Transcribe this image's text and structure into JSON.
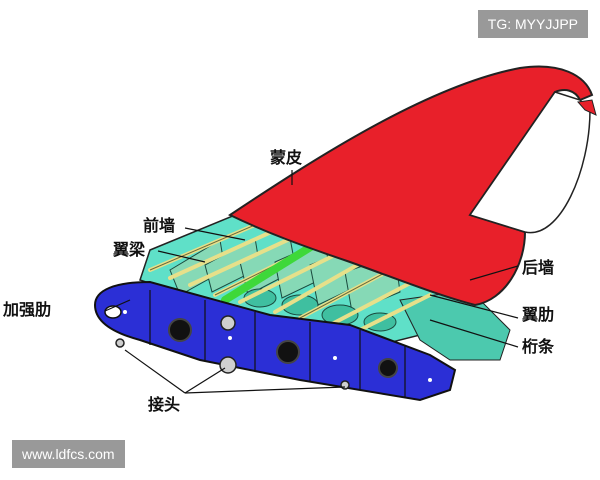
{
  "watermark_top": "TG: MYYJJPP",
  "watermark_bottom": "www.ldfcs.com",
  "labels": {
    "skin": "蒙皮",
    "front_wall": "前墙",
    "spar": "翼梁",
    "reinforced_rib": "加强肋",
    "rear_wall": "后墙",
    "wing_rib": "翼肋",
    "stringer": "桁条",
    "joint": "接头"
  },
  "colors": {
    "skin": "#e8202a",
    "rib_section": "#2b2fd6",
    "rib_interior": "#5fe0c8",
    "spar_highlight": "#3ed83a",
    "stringer": "#e6e08a"
  }
}
